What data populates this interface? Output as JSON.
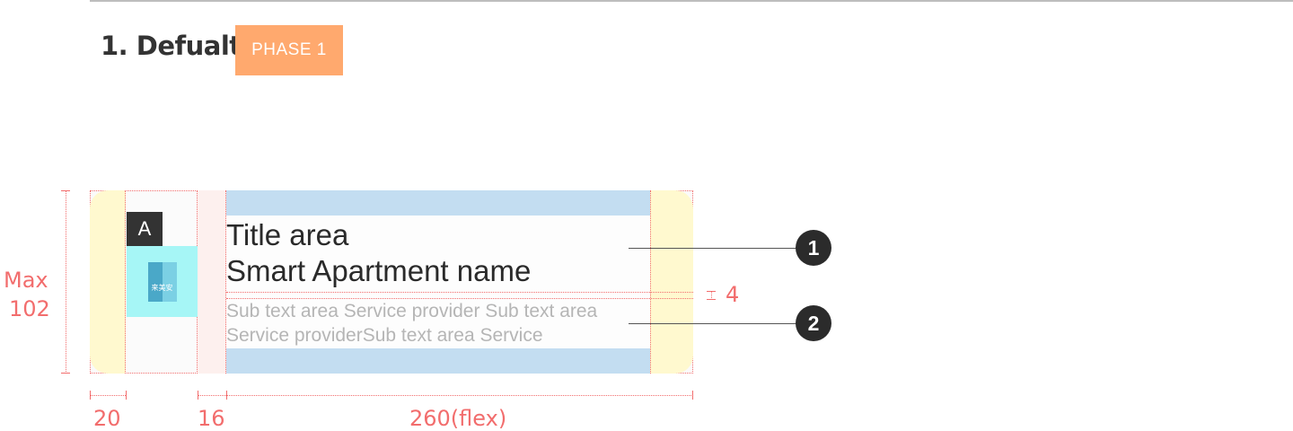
{
  "header": {
    "section_title": "1. Defualt",
    "badge": "PHASE 1"
  },
  "card": {
    "badge_letter": "A",
    "icon_text": "来美安",
    "title_lines": [
      "Title area",
      "Smart Apartment name"
    ],
    "sub_lines": [
      "Sub text area Service provider Sub text area",
      "Service providerSub text area Service"
    ]
  },
  "dimensions": {
    "height_label": [
      "Max",
      "102"
    ],
    "spacing_label": "4",
    "bottom_labels": [
      "20",
      "16",
      "260(flex)"
    ]
  },
  "callouts": [
    "1",
    "2"
  ],
  "colors": {
    "badge": "#ffa96e",
    "padding": "#fff9cf",
    "vertical_margin": "#c3ddf1",
    "icon_bg": "#a6f6f6",
    "guide": "#f26d6d"
  }
}
